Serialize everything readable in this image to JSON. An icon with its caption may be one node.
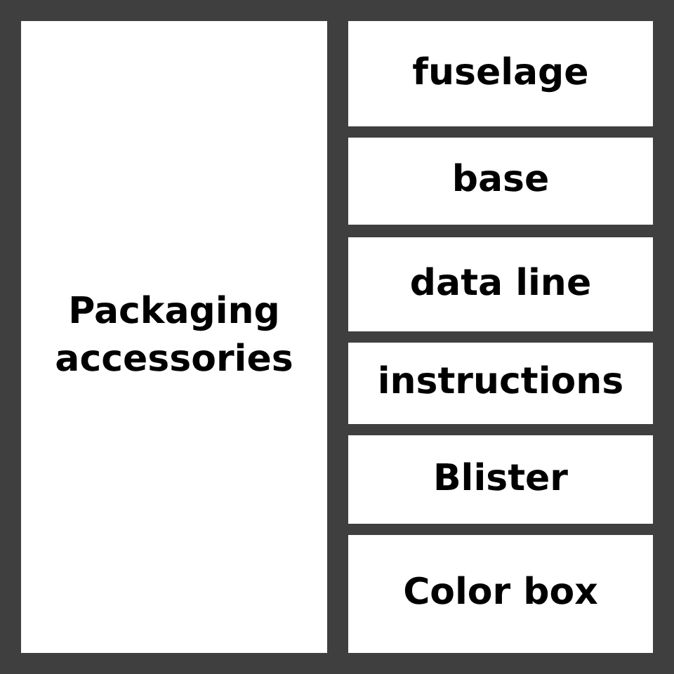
{
  "diagram": {
    "nodes": [
      {
        "text": [
          "Packaging accessories"
        ]
      },
      {
        "text": [
          "fuselage"
        ]
      },
      {
        "text": [
          "base"
        ]
      },
      {
        "text": [
          "data line"
        ]
      },
      {
        "text": [
          "instructions"
        ]
      },
      {
        "text": [
          "Blister"
        ]
      },
      {
        "text": [
          "Color box"
        ]
      }
    ]
  }
}
